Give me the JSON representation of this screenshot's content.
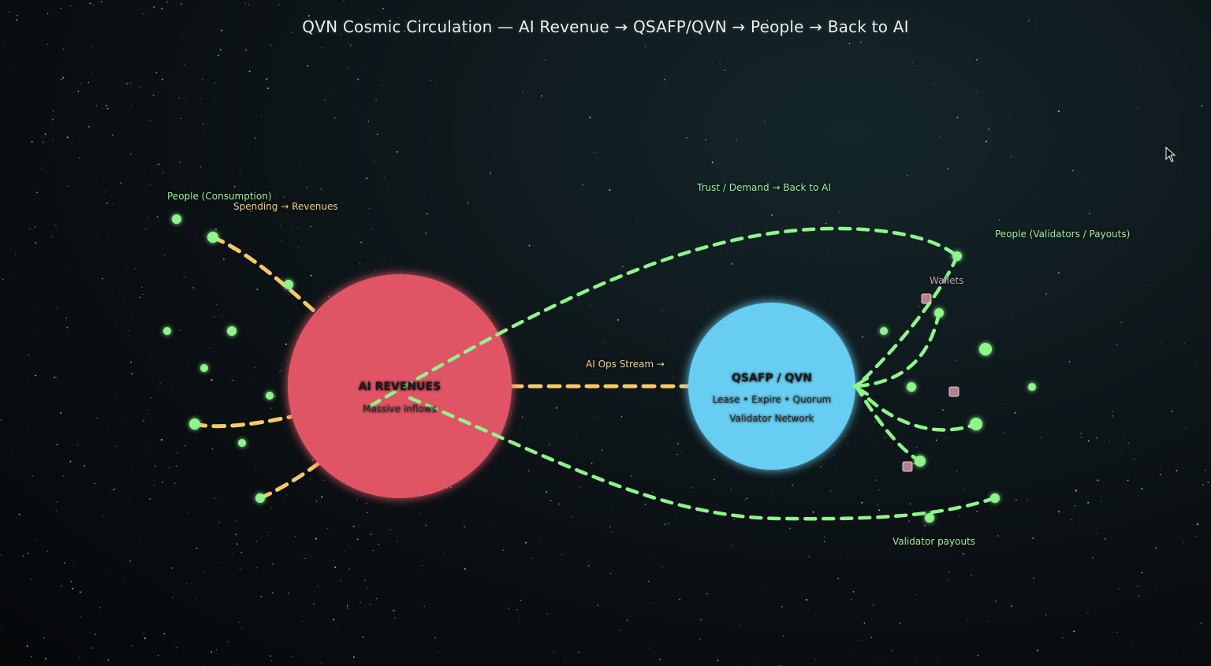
{
  "title": "QVN Cosmic Circulation — AI Revenue → QSAFP/QVN → People → Back to AI",
  "nodes": {
    "ai": {
      "title": "AI REVENUES",
      "subtitle": "Massive inflows",
      "color": "#e05565"
    },
    "qsafp": {
      "title": "QSAFP / QVN",
      "line1": "Lease • Expire • Quorum",
      "line2": "Validator Network",
      "color": "#67cdf2"
    }
  },
  "labels": {
    "people_consumption": "People (Consumption)",
    "spending": "Spending → Revenues",
    "trust_demand": "Trust / Demand → Back to AI",
    "people_validators": "People (Validators / Payouts)",
    "wallets": "Wallets",
    "ai_ops": "AI Ops Stream →",
    "validator_payouts": "Validator payouts"
  },
  "colors": {
    "green": "#8ef58b",
    "amber": "#f7c86a",
    "wallet": "#e9a6b6"
  }
}
